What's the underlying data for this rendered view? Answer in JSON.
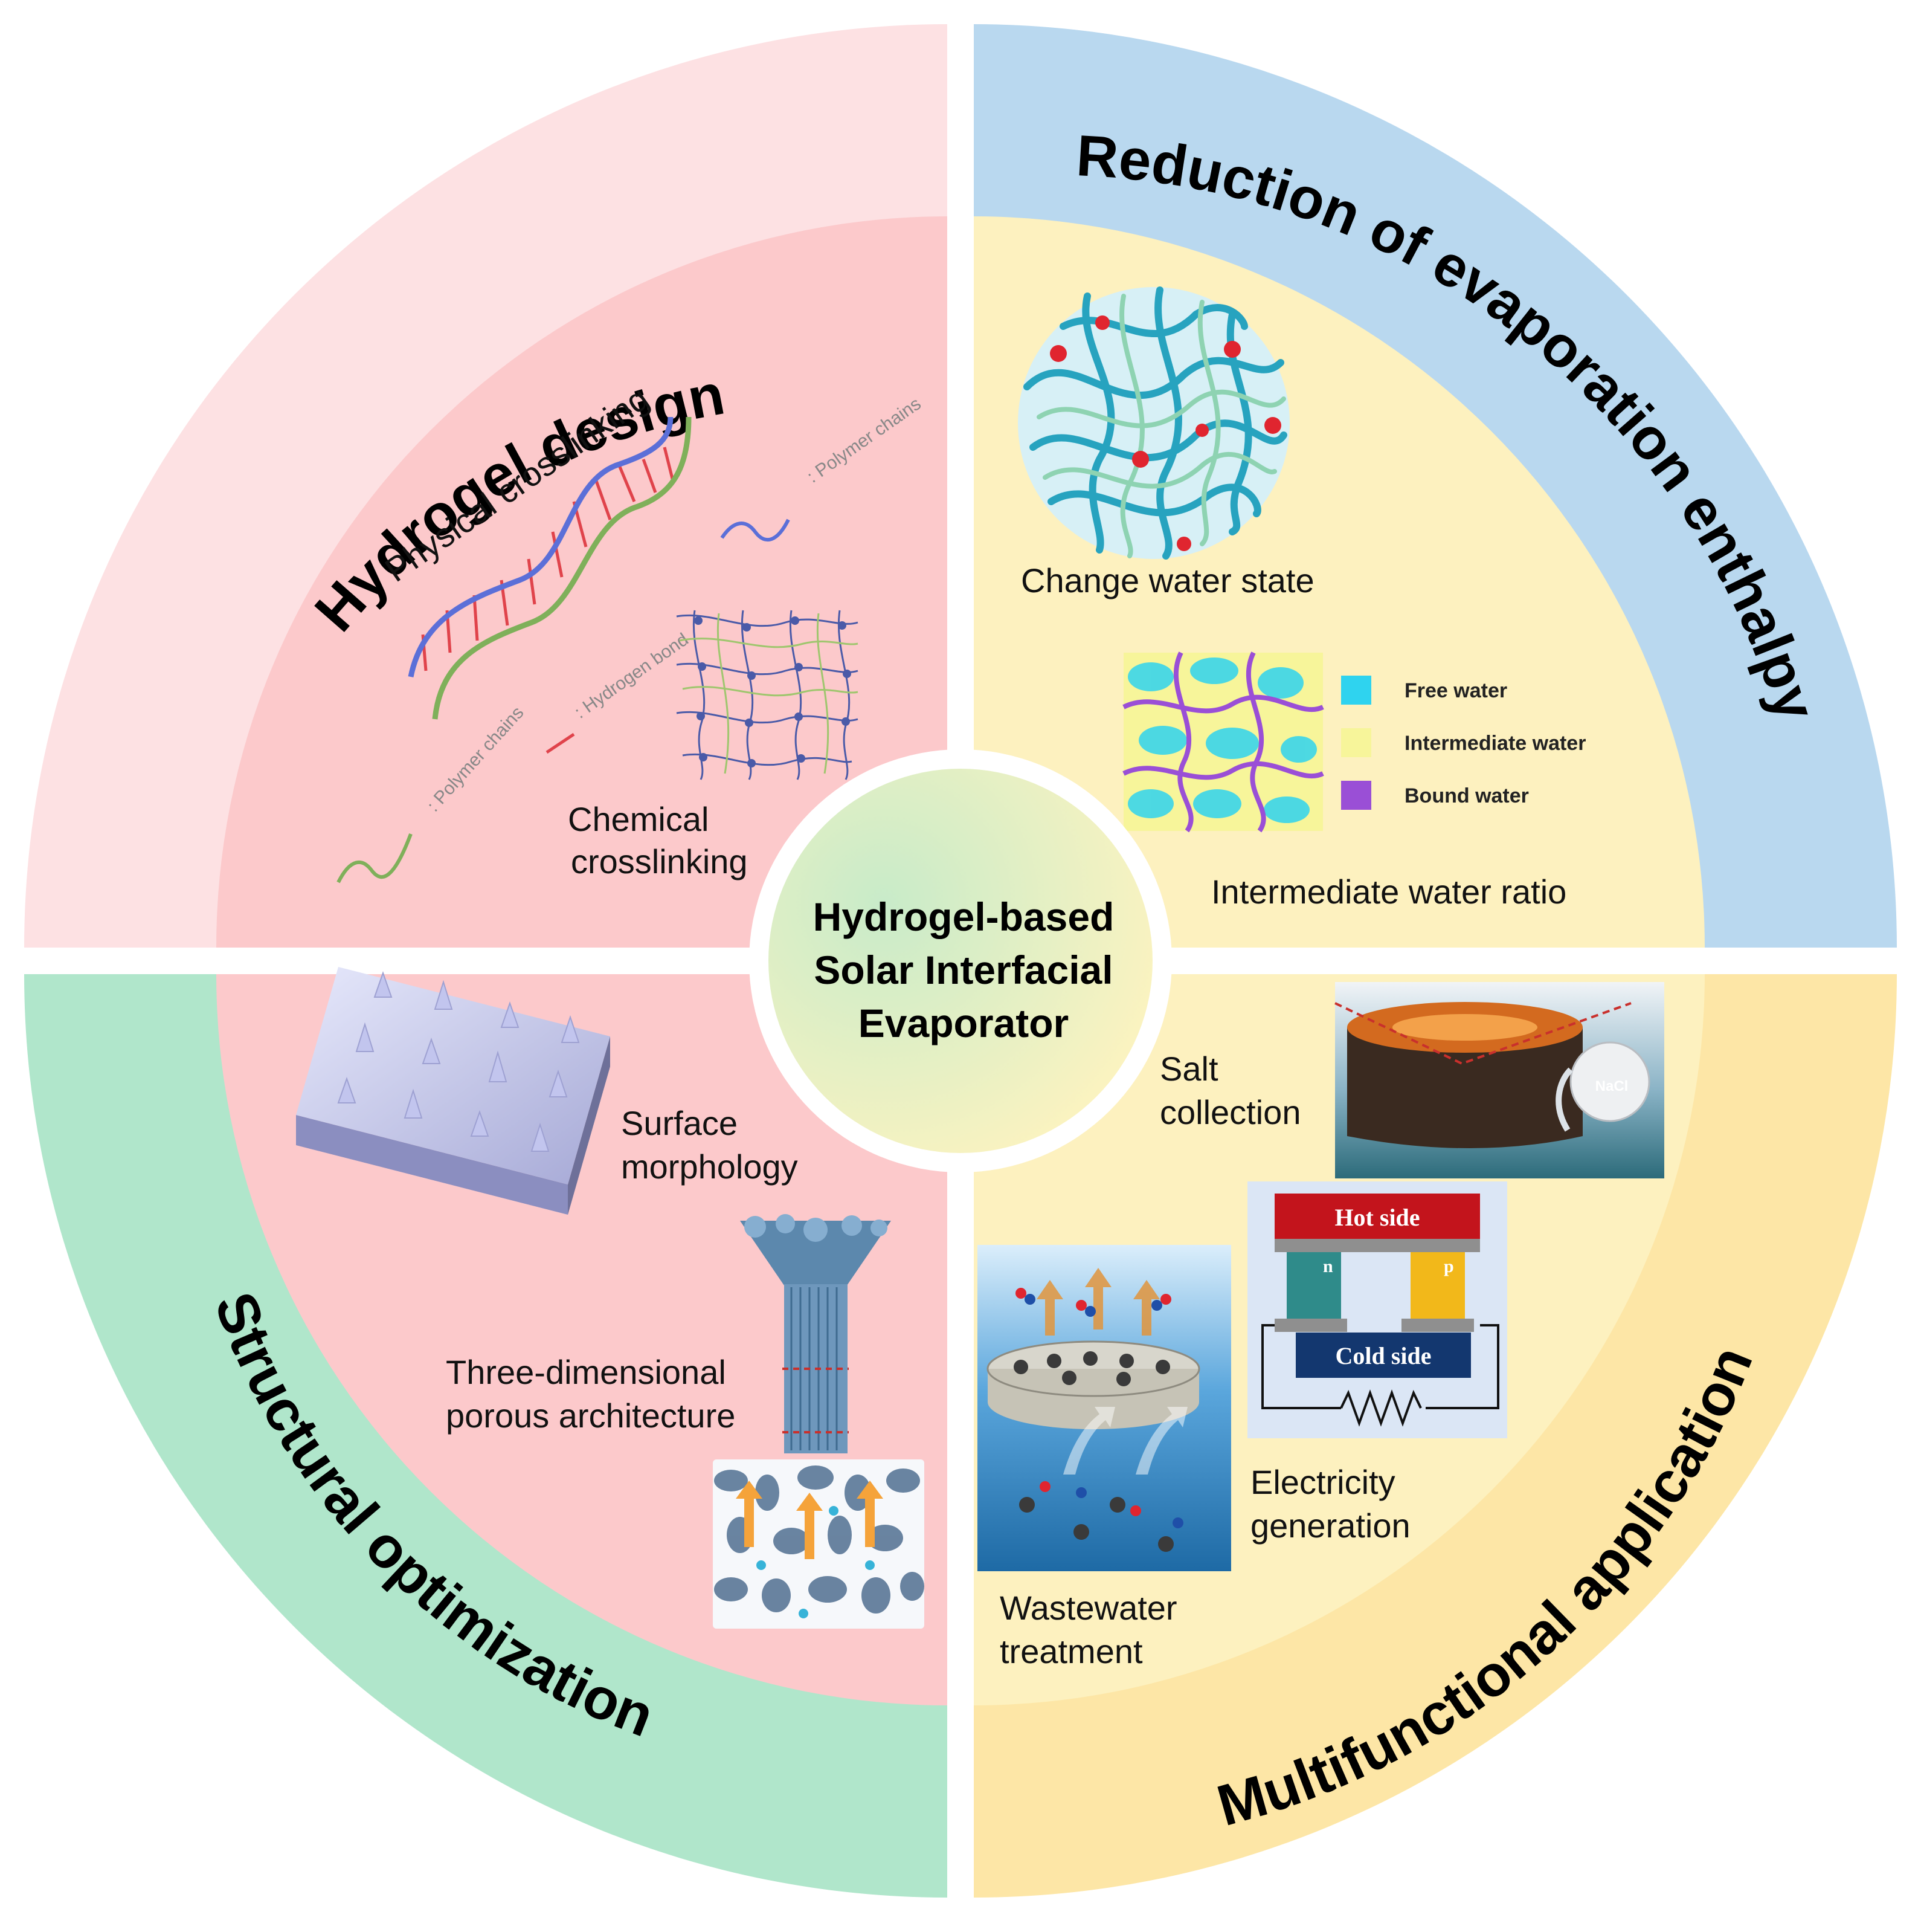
{
  "center": {
    "lines": [
      "Hydrogel-based",
      "Solar Interfacial",
      "Evaporator"
    ]
  },
  "quadrants": {
    "top_left": {
      "title": "Hydrogel design",
      "labels": {
        "physical": "Physical crosslinking",
        "polymer_chains_1": ": Polymer chains",
        "hydrogen_bond": ": Hydrogen bond",
        "polymer_chains_2": ": Polymer chains",
        "chemical_1": "Chemical",
        "chemical_2": "crosslinking"
      }
    },
    "top_right": {
      "title": "Reduction of evaporation enthalpy",
      "labels": {
        "change_water": "Change water state",
        "ratio": "Intermediate water ratio"
      },
      "legend": [
        {
          "label": "Free water",
          "color": "#2fd3ef"
        },
        {
          "label": "Intermediate water",
          "color": "#f7f59a"
        },
        {
          "label": "Bound water",
          "color": "#9a4fd6"
        }
      ]
    },
    "bottom_left": {
      "title": "Structural optimization",
      "labels": {
        "surface_1": "Surface",
        "surface_2": "morphology",
        "three_d_1": "Three-dimensional",
        "three_d_2": "porous architecture"
      }
    },
    "bottom_right": {
      "title": "Multifunctional application",
      "labels": {
        "salt_1": "Salt",
        "salt_2": "collection",
        "nacl": "NaCl",
        "hot_side": "Hot side",
        "cold_side": "Cold side",
        "electricity_1": "Electricity",
        "electricity_2": "generation",
        "wastewater_1": "Wastewater",
        "wastewater_2": "treatment",
        "n": "n",
        "p": "p"
      }
    }
  },
  "colors": {
    "outer_tl": "#fde1e3",
    "outer_tr": "#b9d8ef",
    "outer_bl": "#b0e6cb",
    "outer_br": "#fde6a6",
    "inner_left": "#fcc9cb",
    "inner_right": "#fdf1bf"
  }
}
